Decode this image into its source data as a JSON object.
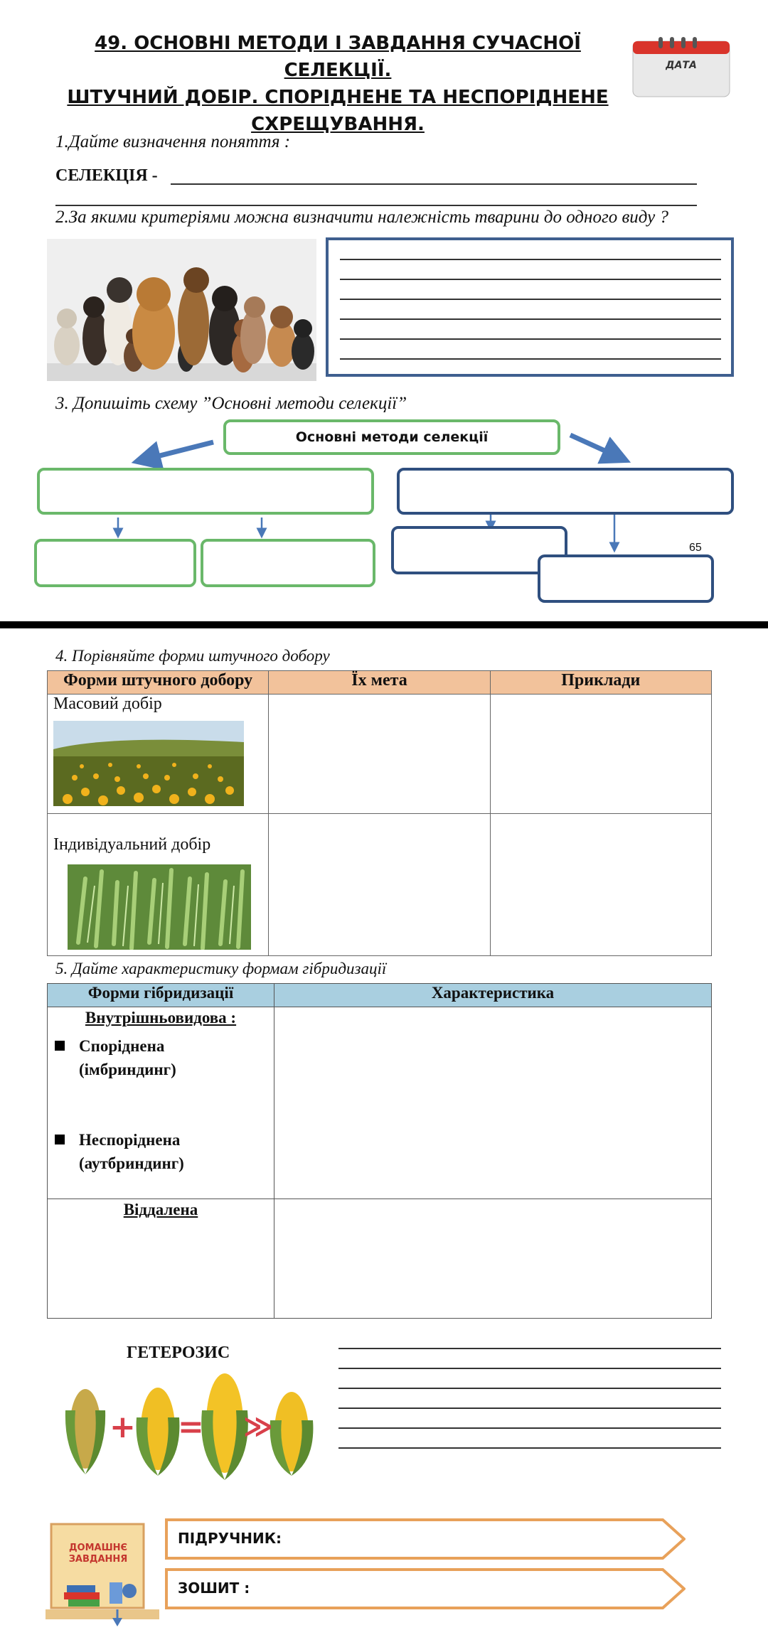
{
  "header": {
    "title_lines": [
      "49. ОСНОВНІ МЕТОДИ І ЗАВДАННЯ СУЧАСНОЇ СЕЛЕКЦІЇ.",
      "ШТУЧНИЙ ДОБІР. СПОРІДНЕНЕ ТА НЕСПОРІДНЕНЕ",
      "СХРЕЩУВАННЯ."
    ],
    "date_label": "ДАТА"
  },
  "q1": {
    "prompt": "1.Дайте визначення поняття :",
    "term": "СЕЛЕКЦІЯ   -"
  },
  "q2": {
    "prompt": "2.За якими критеріями можна визначити належність тварини до одного виду ?"
  },
  "q3": {
    "prompt": "3. Допишіть схему ”Основні методи селекції”",
    "center_box": "Основні методи селекції"
  },
  "page_number": "65",
  "q4": {
    "prompt": "4. Порівняйте форми штучного добору",
    "headers": [
      "Форми штучного добору",
      "Їх мета",
      "Приклади"
    ],
    "rows": [
      "Масовий добір",
      "Індивідуальний добір"
    ]
  },
  "q5": {
    "prompt": "5. Дайте характеристику формам гібридизації",
    "headers": [
      "Форми гібридизації",
      "Характеристика"
    ],
    "intra": "Внутрішньовидова :",
    "intra_items": [
      "Споріднена\n(імбриндинг)",
      "Неспоріднена\n(аутбриндинг)"
    ],
    "distant": "Віддалена"
  },
  "heterosis": {
    "label": "ГЕТЕРОЗИС",
    "plus": "+",
    "equals": "=",
    "greater": "≫"
  },
  "homework": {
    "badge_line1": "ДОМАШНЄ",
    "badge_line2": "ЗАВДАННЯ",
    "textbook": "ПІДРУЧНИК:",
    "notebook": "ЗОШИТ :"
  },
  "colors": {
    "green_box": "#6ab86a",
    "blue_box": "#2f4f7f",
    "table4_header": "#f2c29b",
    "table5_header": "#a9cfe0",
    "homework_arrow": "#e8a15a",
    "calendar_red": "#d9342b"
  }
}
